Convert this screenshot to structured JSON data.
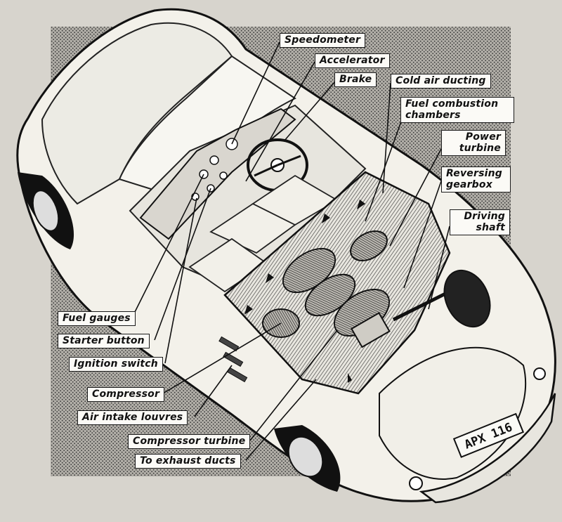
{
  "figure": {
    "plate_registration": "APX 116"
  },
  "labels": {
    "speedometer": "Speedometer",
    "accelerator": "Accelerator",
    "brake": "Brake",
    "cold_air_ducting": "Cold air ducting",
    "fuel_combustion_chambers": "Fuel combustion chambers",
    "power_turbine": "Power turbine",
    "reversing_gearbox": "Reversing gearbox",
    "driving_shaft": "Driving shaft",
    "fuel_gauges": "Fuel gauges",
    "starter_button": "Starter button",
    "ignition_switch": "Ignition switch",
    "compressor": "Compressor",
    "air_intake_louvres": "Air intake louvres",
    "compressor_turbine": "Compressor turbine",
    "to_exhaust_ducts": "To exhaust ducts"
  },
  "colors": {
    "paper": "#d7d4cd",
    "stipple_panel": "#a8a59e",
    "car_body": "#f3f1ea",
    "ink": "#1a1a1a",
    "label_fill": "#fbfaf6"
  }
}
